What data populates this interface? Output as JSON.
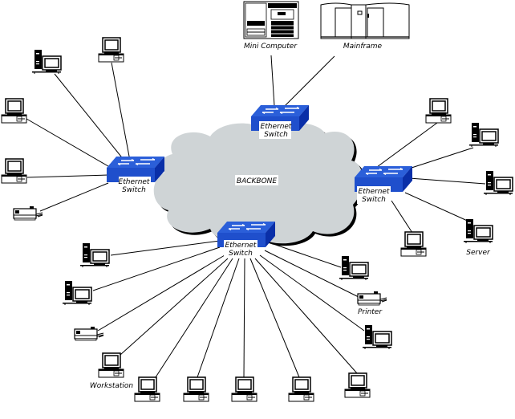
{
  "diagram": {
    "backbone_label": "BACKBONE",
    "colors": {
      "cloud_fill": "#cfd4d6",
      "cloud_shadow": "#000000",
      "switch_top": "#2b5fd9",
      "switch_front": "#1f4fcc",
      "switch_side": "#0a2fa8",
      "switch_arrow": "#ffffff",
      "line": "#000000"
    },
    "switches": [
      {
        "id": "sw-top",
        "label_line1": "Ethernet",
        "label_line2": "Switch"
      },
      {
        "id": "sw-left",
        "label_line1": "Ethernet",
        "label_line2": "Switch"
      },
      {
        "id": "sw-right",
        "label_line1": "Ethernet",
        "label_line2": "Switch"
      },
      {
        "id": "sw-bottom",
        "label_line1": "Ethernet",
        "label_line2": "Switch"
      }
    ],
    "labels": {
      "mini_computer": "Mini Computer",
      "mainframe": "Mainframe",
      "server": "Server",
      "printer": "Printer",
      "workstation": "Workstation"
    },
    "nodes": [
      {
        "id": "minicomputer",
        "type": "minicomputer",
        "switch": "sw-top"
      },
      {
        "id": "mainframe",
        "type": "mainframe",
        "switch": "sw-top"
      },
      {
        "id": "l1",
        "type": "tower-pc",
        "switch": "sw-left"
      },
      {
        "id": "l2",
        "type": "desktop-pc",
        "switch": "sw-left"
      },
      {
        "id": "l3",
        "type": "desktop-pc",
        "switch": "sw-left"
      },
      {
        "id": "l4",
        "type": "desktop-pc",
        "switch": "sw-left"
      },
      {
        "id": "l5",
        "type": "printer",
        "switch": "sw-left"
      },
      {
        "id": "r1",
        "type": "desktop-pc",
        "switch": "sw-right"
      },
      {
        "id": "r2",
        "type": "tower-pc",
        "switch": "sw-right"
      },
      {
        "id": "r3",
        "type": "tower-pc",
        "switch": "sw-right"
      },
      {
        "id": "r4",
        "type": "desktop-pc",
        "switch": "sw-right"
      },
      {
        "id": "r5",
        "type": "tower-pc",
        "switch": "sw-right",
        "label": "Server"
      },
      {
        "id": "b1",
        "type": "tower-pc",
        "switch": "sw-bottom"
      },
      {
        "id": "b2",
        "type": "tower-pc",
        "switch": "sw-bottom"
      },
      {
        "id": "b3",
        "type": "printer",
        "switch": "sw-bottom"
      },
      {
        "id": "b4",
        "type": "desktop-pc",
        "switch": "sw-bottom",
        "label": "Workstation"
      },
      {
        "id": "b5",
        "type": "desktop-pc",
        "switch": "sw-bottom"
      },
      {
        "id": "b6",
        "type": "desktop-pc",
        "switch": "sw-bottom"
      },
      {
        "id": "b7",
        "type": "desktop-pc",
        "switch": "sw-bottom"
      },
      {
        "id": "b8",
        "type": "desktop-pc",
        "switch": "sw-bottom"
      },
      {
        "id": "b9",
        "type": "desktop-pc",
        "switch": "sw-bottom"
      },
      {
        "id": "b10",
        "type": "tower-pc",
        "switch": "sw-bottom"
      },
      {
        "id": "b11",
        "type": "printer",
        "switch": "sw-bottom",
        "label": "Printer"
      },
      {
        "id": "b12",
        "type": "tower-pc",
        "switch": "sw-bottom"
      }
    ]
  }
}
